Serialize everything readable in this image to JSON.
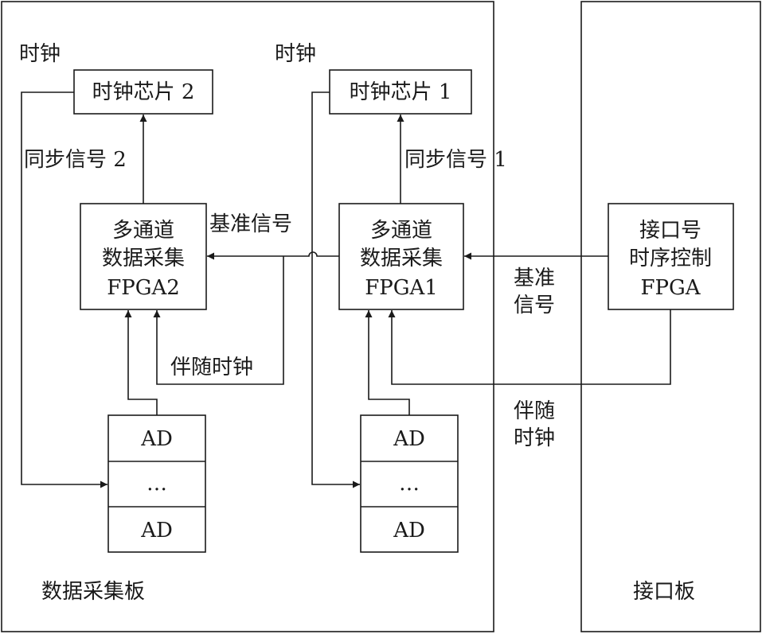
{
  "boards": {
    "acquisition": "数据采集板",
    "interface": "接口板"
  },
  "clock_labels": {
    "left": "时钟",
    "right": "时钟"
  },
  "blocks": {
    "clock_chip_2": "时钟芯片 2",
    "clock_chip_1": "时钟芯片 1",
    "fpga2": [
      "多通道",
      "数据采集",
      "FPGA2"
    ],
    "fpga1": [
      "多通道",
      "数据采集",
      "FPGA1"
    ],
    "interface_fpga": [
      "接口号",
      "时序控制",
      "FPGA"
    ]
  },
  "ad_stacks": {
    "left": [
      "AD",
      "…",
      "AD"
    ],
    "right": [
      "AD",
      "…",
      "AD"
    ]
  },
  "signals": {
    "sync_2": "同步信号 2",
    "sync_1": "同步信号 1",
    "ref_left": "基准信号",
    "ref_right": [
      "基准",
      "信号"
    ],
    "clock_left": "伴随时钟",
    "clock_right": [
      "伴随",
      "时钟"
    ]
  }
}
